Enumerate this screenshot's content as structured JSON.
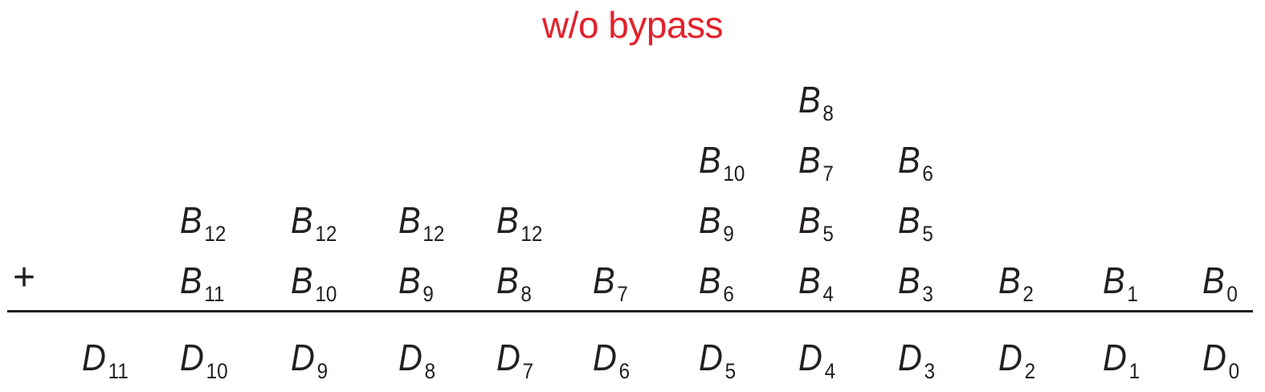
{
  "title": "w/o bypass",
  "operator": "+",
  "columns": [
    {
      "bits": [],
      "result": {
        "letter": "D",
        "sub": "11"
      }
    },
    {
      "bits": [
        {
          "letter": "B",
          "sub": "11"
        },
        {
          "letter": "B",
          "sub": "12"
        }
      ],
      "result": {
        "letter": "D",
        "sub": "10"
      }
    },
    {
      "bits": [
        {
          "letter": "B",
          "sub": "10"
        },
        {
          "letter": "B",
          "sub": "12"
        }
      ],
      "result": {
        "letter": "D",
        "sub": "9"
      }
    },
    {
      "bits": [
        {
          "letter": "B",
          "sub": "9"
        },
        {
          "letter": "B",
          "sub": "12"
        }
      ],
      "result": {
        "letter": "D",
        "sub": "8"
      }
    },
    {
      "bits": [
        {
          "letter": "B",
          "sub": "8"
        },
        {
          "letter": "B",
          "sub": "12"
        }
      ],
      "result": {
        "letter": "D",
        "sub": "7"
      }
    },
    {
      "bits": [
        {
          "letter": "B",
          "sub": "7"
        }
      ],
      "result": {
        "letter": "D",
        "sub": "6"
      }
    },
    {
      "bits": [
        {
          "letter": "B",
          "sub": "6"
        },
        {
          "letter": "B",
          "sub": "9"
        },
        {
          "letter": "B",
          "sub": "10"
        }
      ],
      "result": {
        "letter": "D",
        "sub": "5"
      }
    },
    {
      "bits": [
        {
          "letter": "B",
          "sub": "4"
        },
        {
          "letter": "B",
          "sub": "5"
        },
        {
          "letter": "B",
          "sub": "7"
        },
        {
          "letter": "B",
          "sub": "8"
        }
      ],
      "result": {
        "letter": "D",
        "sub": "4"
      }
    },
    {
      "bits": [
        {
          "letter": "B",
          "sub": "3"
        },
        {
          "letter": "B",
          "sub": "5"
        },
        {
          "letter": "B",
          "sub": "6"
        }
      ],
      "result": {
        "letter": "D",
        "sub": "3"
      }
    },
    {
      "bits": [
        {
          "letter": "B",
          "sub": "2"
        }
      ],
      "result": {
        "letter": "D",
        "sub": "2"
      }
    },
    {
      "bits": [
        {
          "letter": "B",
          "sub": "1"
        }
      ],
      "result": {
        "letter": "D",
        "sub": "1"
      }
    },
    {
      "bits": [
        {
          "letter": "B",
          "sub": "0"
        }
      ],
      "result": {
        "letter": "D",
        "sub": "0"
      }
    }
  ]
}
